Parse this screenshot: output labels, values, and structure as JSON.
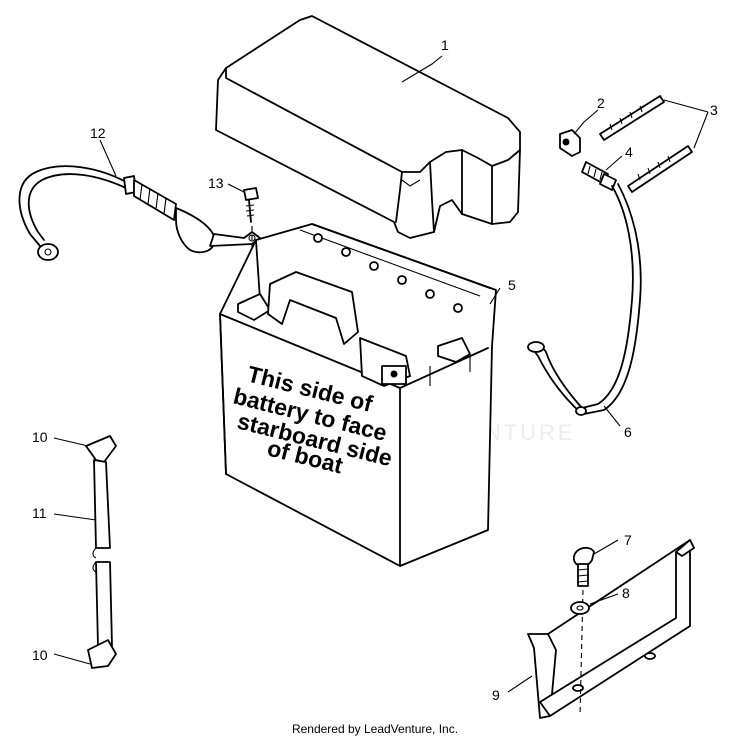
{
  "callouts": {
    "c1": "1",
    "c2": "2",
    "c3": "3",
    "c4": "4",
    "c5": "5",
    "c6": "6",
    "c7": "7",
    "c8": "8",
    "c9": "9",
    "c10a": "10",
    "c10b": "10",
    "c11": "11",
    "c12": "12",
    "c13": "13"
  },
  "battery_label": {
    "line1": "This side of",
    "line2": "battery to face",
    "line3": "starboard side",
    "line4": "of boat"
  },
  "watermark": "LEADVENTURE",
  "footer": "Rendered by LeadVenture, Inc."
}
